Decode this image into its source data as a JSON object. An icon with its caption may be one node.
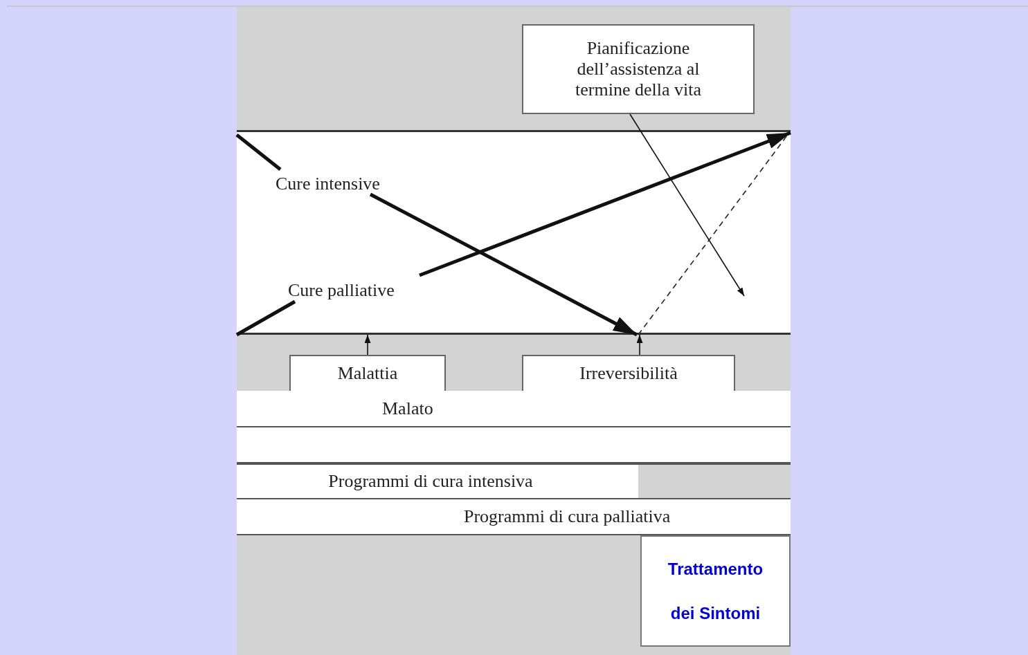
{
  "diagram": {
    "nodes": [
      {
        "text": [
          "Pianificazione dell’assistenza al termine della vita"
        ]
      },
      {
        "text": [],
        "shape": "box"
      },
      {
        "text": [
          "Cure intensive"
        ],
        "in": 1
      },
      {
        "text": [
          "Cure palliative"
        ],
        "in": 1
      },
      {
        "text": [
          "Malattia"
        ]
      },
      {
        "text": [
          "Irreversibilità"
        ]
      },
      {
        "text": [
          "Malato"
        ]
      },
      {
        "text": [],
        "shape": "bar"
      },
      {
        "text": [
          "Programmi di cura intensiva"
        ]
      },
      {
        "text": [
          "Programmi di cura palliativa"
        ]
      },
      {
        "text": [
          "Trattamento dei Sintomi"
        ]
      }
    ],
    "edges": [
      {
        "from": 1,
        "to": 2,
        "arrow": "none"
      },
      {
        "from": 2,
        "to": 1,
        "arrow": "to"
      },
      {
        "from": 1,
        "to": 3,
        "arrow": "none"
      },
      {
        "from": 3,
        "to": 1,
        "arrow": "to"
      },
      {
        "from": 0,
        "to": null,
        "arrow": "to"
      },
      {
        "from": 4,
        "to": 1,
        "arrow": "to"
      },
      {
        "from": 5,
        "to": 1,
        "arrow": "to"
      }
    ]
  }
}
